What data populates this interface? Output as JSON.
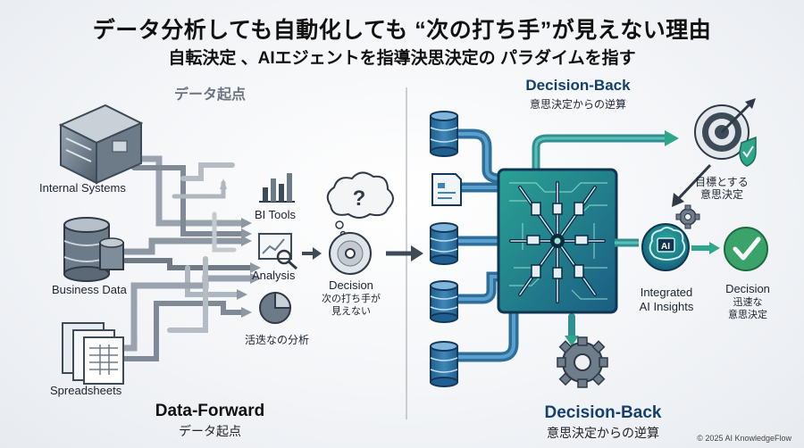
{
  "header": {
    "title": "データ分析しても自動化しても “次の打ち手”が見えない理由",
    "subtitle": "自転決定 、AIエジェントを指導決思決定の パラダイムを指す"
  },
  "left_panel": {
    "heading": "データ起点",
    "sources": [
      {
        "label": "Internal Systems",
        "icon": "server-icon"
      },
      {
        "label": "Business Data",
        "icon": "database-icon"
      },
      {
        "label": "Spreadsheets",
        "icon": "spreadsheet-icon"
      }
    ],
    "tools": [
      {
        "label": "BI Tools",
        "icon": "bar-chart-icon"
      },
      {
        "label": "Analysis",
        "icon": "magnifier-chart-icon"
      },
      {
        "label": "活迭なの分析",
        "icon": "pie-chart-icon"
      }
    ],
    "decision": {
      "label": "Decision",
      "note_line1": "次の打ち手が",
      "note_line2": "見えない",
      "icons": [
        "question-cloud-icon",
        "disc-icon"
      ]
    },
    "footer_title": "Data-Forward",
    "footer_sub": "データ起点"
  },
  "right_panel": {
    "heading": "Decision-Back",
    "heading_sub": "意思決定からの逆算",
    "sources_icons": [
      "database-icon",
      "document-icon",
      "database-icon",
      "database-icon",
      "database-icon"
    ],
    "hub_icon": "circuit-chip-icon",
    "target": {
      "line1": "目標とする",
      "line2": "意思決定",
      "icon": "target-icon"
    },
    "ai": {
      "line1": "Integrated",
      "line2": "AI Insights",
      "badge": "AI",
      "icon": "ai-brain-icon"
    },
    "decision": {
      "label": "Decision",
      "line1": "迅速な",
      "line2": "意思決定",
      "icon": "check-icon"
    },
    "footer_title": "Decision-Back",
    "footer_sub": "意思決定からの逆算"
  },
  "copyright": "© 2025 AI KnowledgeFlow",
  "colors": {
    "gray_arrow": "#8e98a3",
    "gray_dark": "#3d4a58",
    "navy": "#15406e",
    "pipe_blue": "#3b7fae",
    "teal": "#2fa58a",
    "green": "#3aa36a",
    "circuit_green": "#1f8a7a"
  }
}
